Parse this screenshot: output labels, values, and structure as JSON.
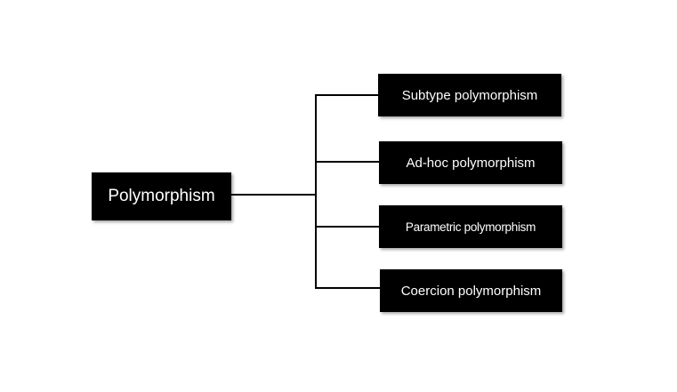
{
  "root": {
    "label": "Polymorphism"
  },
  "children": [
    {
      "label": "Subtype polymorphism"
    },
    {
      "label": "Ad-hoc polymorphism"
    },
    {
      "label": "Parametric polymorphism"
    },
    {
      "label": "Coercion polymorphism"
    }
  ],
  "colors": {
    "node_fill": "#000000",
    "node_text": "#ffffff",
    "connector": "#000000",
    "background": "#ffffff"
  }
}
